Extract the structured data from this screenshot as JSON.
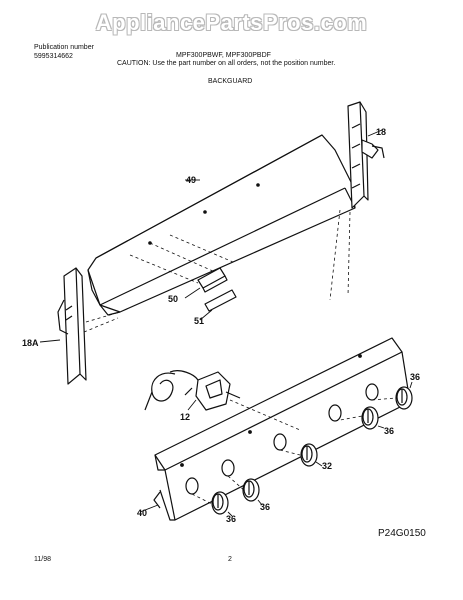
{
  "watermark": "AppliancePartsPros.com",
  "header": {
    "publication_label": "Publication number",
    "publication_number": "5995314662",
    "models": "MPF300PBWF, MPF300PBDF",
    "caution": "CAUTION: Use the part number on all orders, not the position number.",
    "section_title": "BACKGUARD"
  },
  "callouts": {
    "c18": "18",
    "c49": "49",
    "c50": "50",
    "c51": "51",
    "c18a": "18A",
    "c12": "12",
    "c36a": "36",
    "c36b": "36",
    "c32": "32",
    "c36c": "36",
    "c36d": "36",
    "c40": "40"
  },
  "diagram_code": "P24G0150",
  "footer": {
    "date": "11/98",
    "page": "2"
  }
}
